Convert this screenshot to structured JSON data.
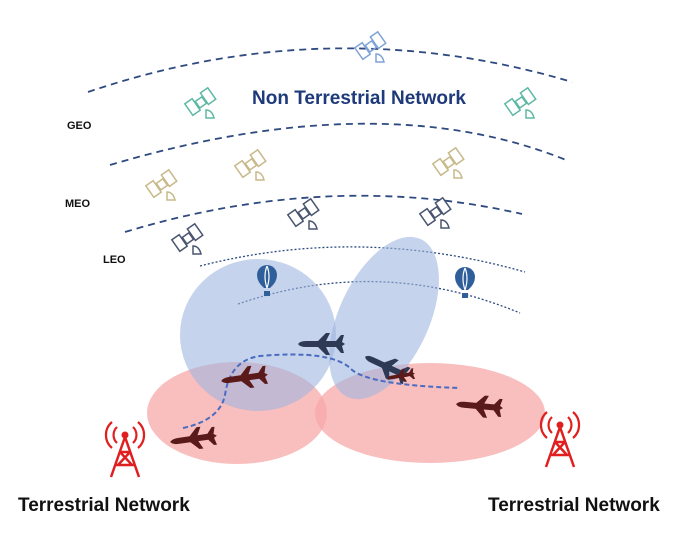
{
  "title": "Non Terrestrial Network",
  "orbits": {
    "geo": "GEO",
    "meo": "MEO",
    "leo": "LEO"
  },
  "terrestrial_left": "Terrestrial Network",
  "terrestrial_right": "Terrestrial Network",
  "colors": {
    "geo_sat": "#5fb8a6",
    "meo_sat": "#c8b98a",
    "leo_sat": "#4a5570",
    "top_sat": "#7fa3d8",
    "beam_blue": "#9fb5e0",
    "beam_red": "#f7a8a8",
    "tower": "#e02020",
    "plane": "#5a1a1a",
    "plane_dark": "#2e3a55",
    "orbit_line": "#2e4a80"
  }
}
